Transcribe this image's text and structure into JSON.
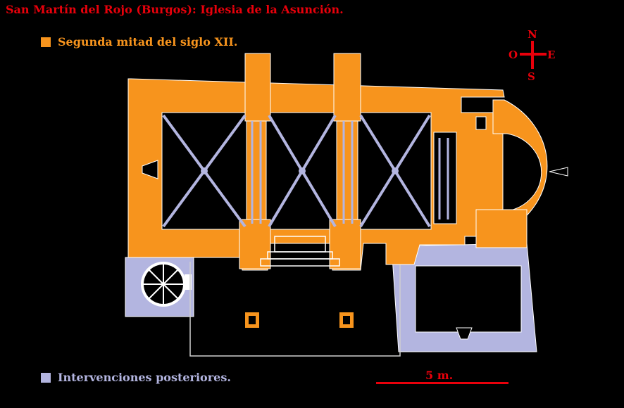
{
  "title": "San Martín del Rojo (Burgos): Iglesia de la Asunción.",
  "legend": [
    {
      "label": "Segunda mitad del siglo XII.",
      "color": "#f7941d"
    },
    {
      "label": "Intervenciones posteriores.",
      "color": "#b3b5e0"
    }
  ],
  "compass": {
    "north": "N",
    "south": "S",
    "east": "E",
    "west": "O"
  },
  "scale": {
    "label": "5 m."
  },
  "colors": {
    "title": "#e8000b",
    "romanesque": "#f7941d",
    "later": "#b3b5e0",
    "background": "#000000"
  }
}
